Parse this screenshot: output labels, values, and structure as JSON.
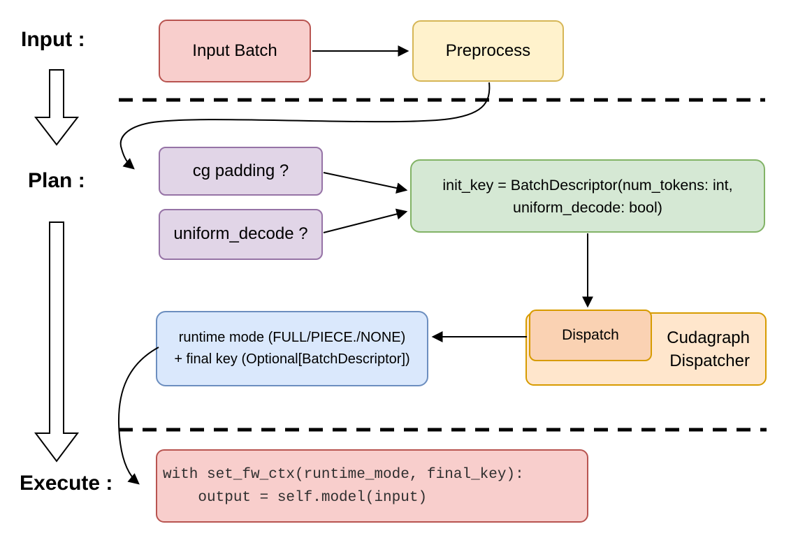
{
  "diagram": {
    "title_hint": "cudagraph dispatch pipeline flowchart",
    "stage_labels": {
      "input": "Input :",
      "plan": "Plan :",
      "execute": "Execute :"
    },
    "nodes": {
      "input_batch": {
        "label": "Input Batch",
        "fill": "#F8CECC",
        "stroke": "#B85450"
      },
      "preprocess": {
        "label": "Preprocess",
        "fill": "#FFF2CC",
        "stroke": "#D6B656"
      },
      "cg_padding": {
        "label": "cg padding ?",
        "fill": "#E1D5E7",
        "stroke": "#9673A6"
      },
      "uniform_decode": {
        "label": "uniform_decode ?",
        "fill": "#E1D5E7",
        "stroke": "#9673A6"
      },
      "init_key": {
        "line1": "init_key = BatchDescriptor(num_tokens: int,",
        "line2": "uniform_decode: bool)",
        "fill": "#D5E8D4",
        "stroke": "#82B366"
      },
      "dispatch": {
        "label": "Dispatch",
        "fill": "#FAD2B3",
        "stroke": "#D79B00"
      },
      "cudagraph_dispatcher": {
        "line1": "Cudagraph",
        "line2": "Dispatcher",
        "fill": "#FFE6CC",
        "stroke": "#D79B00"
      },
      "runtime_mode": {
        "line1": "runtime mode (FULL/PIECE./NONE)",
        "line2": "+ final key (Optional[BatchDescriptor])",
        "fill": "#DAE8FC",
        "stroke": "#6C8EBF"
      },
      "execute_code": {
        "line1": "with set_fw_ctx(runtime_mode, final_key):",
        "line2": "    output = self.model(input)",
        "fill": "#F8CECC",
        "stroke": "#B85450"
      }
    },
    "edges": [
      "input_batch -> preprocess",
      "preprocess -> cg_padding (curved, crosses dashed divider)",
      "cg_padding -> init_key",
      "uniform_decode -> init_key",
      "init_key -> dispatch",
      "dispatch -> runtime_mode",
      "runtime_mode -> execute_code (curved, crosses dashed divider)"
    ]
  }
}
